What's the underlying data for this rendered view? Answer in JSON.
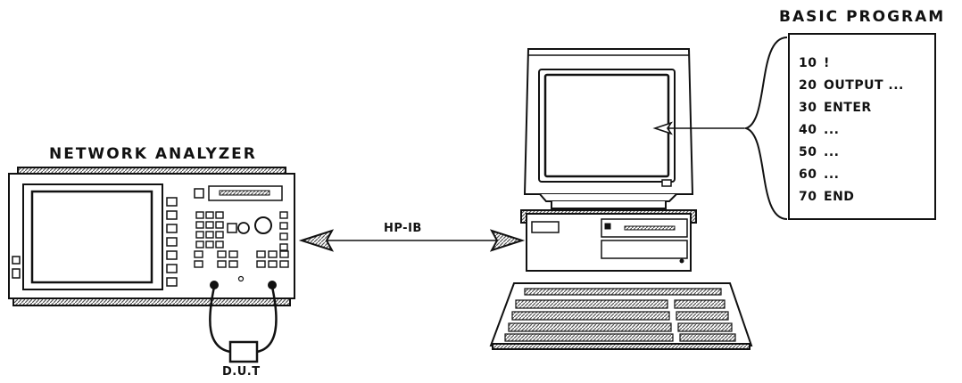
{
  "labels": {
    "network_analyzer": "NETWORK ANALYZER",
    "basic_program": "BASIC PROGRAM",
    "hpib": "HP-IB",
    "dut": "D.U.T"
  },
  "program_lines": [
    {
      "num": "10",
      "stmt": "!"
    },
    {
      "num": "20",
      "stmt": "OUTPUT ..."
    },
    {
      "num": "30",
      "stmt": "ENTER"
    },
    {
      "num": "40",
      "stmt": "..."
    },
    {
      "num": "50",
      "stmt": "..."
    },
    {
      "num": "60",
      "stmt": "..."
    },
    {
      "num": "70",
      "stmt": "END"
    }
  ],
  "colors": {
    "ink": "#111111",
    "hatch": "#777777"
  }
}
